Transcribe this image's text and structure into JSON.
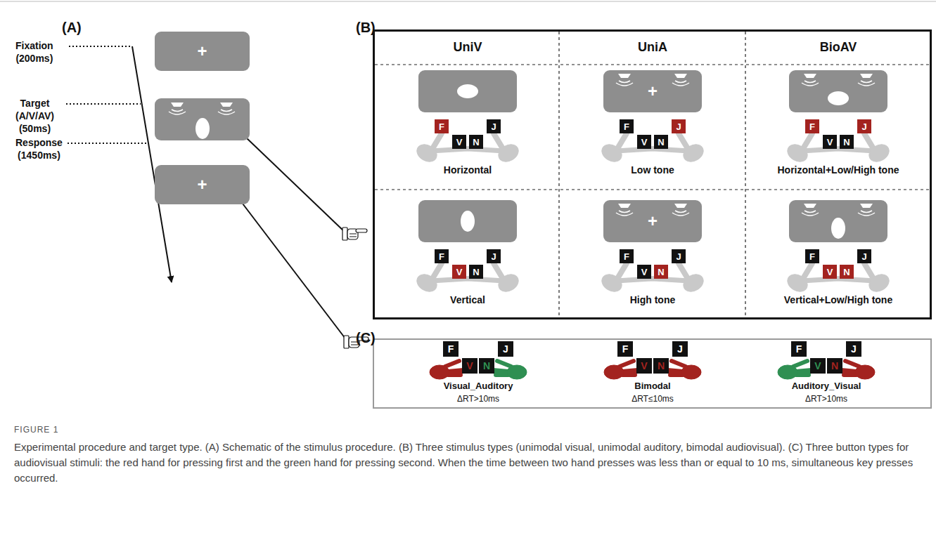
{
  "diagram": {
    "caption": "Experimental procedure and target type. (A) Schematic of the stimulus procedure. (B) Three stimulus types (unimodal visual, unimodal auditory, bimodal audiovisual). (C) Three button types for audiovisual stimuli: the red hand for pressing first and the green hand for pressing second. When the time between two hand presses was less than or equal to 10 ms, simultaneous key presses occurred.",
    "nodes": [
      {
        "text": [
          "+"
        ]
      },
      {
        "text": [
          "+"
        ]
      },
      {
        "text": [
          "(B)",
          "UniV",
          "UniA",
          "BioAV",
          "Horizontal",
          "Low tone",
          "Horizontal+Low/High tone",
          "Vertical",
          "High tone",
          "Vertical+Low/High tone"
        ]
      },
      {
        "text": [
          "F"
        ],
        "in": 2
      },
      {
        "text": [
          "J"
        ],
        "in": 2
      },
      {
        "text": [
          "V"
        ],
        "in": 2
      },
      {
        "text": [
          "N"
        ],
        "in": 2
      },
      {
        "text": [
          "+"
        ],
        "in": 2
      },
      {
        "text": [
          "F"
        ],
        "in": 2
      },
      {
        "text": [
          "J"
        ],
        "in": 2
      },
      {
        "text": [
          "V"
        ],
        "in": 2
      },
      {
        "text": [
          "N"
        ],
        "in": 2
      },
      {
        "text": [
          "F"
        ],
        "in": 2
      },
      {
        "text": [
          "J"
        ],
        "in": 2
      },
      {
        "text": [
          "V"
        ],
        "in": 2
      },
      {
        "text": [
          "N"
        ],
        "in": 2
      },
      {
        "text": [
          "F"
        ],
        "in": 2
      },
      {
        "text": [
          "J"
        ],
        "in": 2
      },
      {
        "text": [
          "V"
        ],
        "in": 2
      },
      {
        "text": [
          "N"
        ],
        "in": 2
      },
      {
        "text": [
          "+"
        ],
        "in": 2
      },
      {
        "text": [
          "F"
        ],
        "in": 2
      },
      {
        "text": [
          "J"
        ],
        "in": 2
      },
      {
        "text": [
          "V"
        ],
        "in": 2
      },
      {
        "text": [
          "N"
        ],
        "in": 2
      },
      {
        "text": [
          "F"
        ],
        "in": 2
      },
      {
        "text": [
          "J"
        ],
        "in": 2
      },
      {
        "text": [
          "V"
        ],
        "in": 2
      },
      {
        "text": [
          "N"
        ],
        "in": 2
      },
      {
        "text": [
          "(C)",
          "Visual_Auditory",
          "ΔRT>10ms",
          "Bimodal",
          "ΔRT≤10ms",
          "Auditory_Visual",
          "ΔRT>10ms"
        ]
      },
      {
        "text": [
          "F"
        ],
        "in": 29
      },
      {
        "text": [
          "J"
        ],
        "in": 29
      },
      {
        "text": [
          "V"
        ],
        "in": 29
      },
      {
        "text": [
          "N"
        ],
        "in": 29
      },
      {
        "text": [
          "F"
        ],
        "in": 29
      },
      {
        "text": [
          "J"
        ],
        "in": 29
      },
      {
        "text": [
          "V"
        ],
        "in": 29
      },
      {
        "text": [
          "N"
        ],
        "in": 29
      },
      {
        "text": [
          "F"
        ],
        "in": 29
      },
      {
        "text": [
          "J"
        ],
        "in": 29
      },
      {
        "text": [
          "V"
        ],
        "in": 29
      },
      {
        "text": [
          "N"
        ],
        "in": 29
      }
    ],
    "labels": [
      "(A)",
      "Fixation (200ms)",
      "Target (A/V/AV) (50ms)",
      "Response (1450ms)",
      "FIGURE 1"
    ]
  }
}
